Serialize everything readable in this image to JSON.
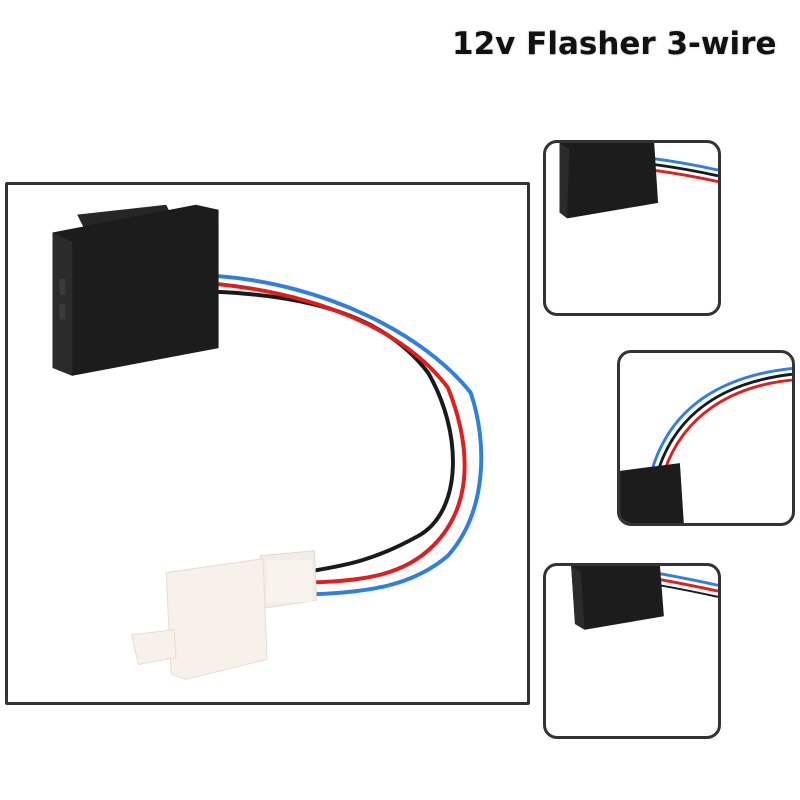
{
  "title": "12v Flasher 3-wire",
  "colors": {
    "housing": "#1c1c1c",
    "wire_red": "#e01e1e",
    "wire_blue": "#2f7fe0",
    "wire_black": "#1a1a1a",
    "connector": "#f7f1ea",
    "frame_border": "#333333"
  },
  "icons": {
    "main": "flasher-relay-photo",
    "thumbs": [
      "relay-closeup-photo",
      "wire-closeup-photo",
      "relay-side-photo"
    ]
  }
}
